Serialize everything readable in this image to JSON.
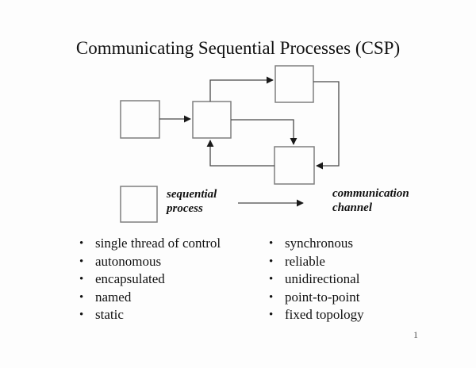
{
  "slide": {
    "title": "Communicating Sequential Processes (CSP)",
    "page_number": "1"
  },
  "legend": {
    "process_label": "sequential process",
    "channel_label": "communication channel"
  },
  "lists": {
    "left": {
      "items": [
        "single thread of control",
        "autonomous",
        "encapsulated",
        "named",
        "static"
      ]
    },
    "right": {
      "items": [
        "synchronous",
        "reliable",
        "unidirectional",
        "point-to-point",
        "fixed topology"
      ]
    }
  },
  "bullet_char": "•",
  "colors": {
    "box_stroke": "#7f7f7f",
    "line": "#4a4a4a",
    "arrowhead": "#1a1a1a",
    "text": "#111111",
    "background": "#fdfdfd"
  }
}
